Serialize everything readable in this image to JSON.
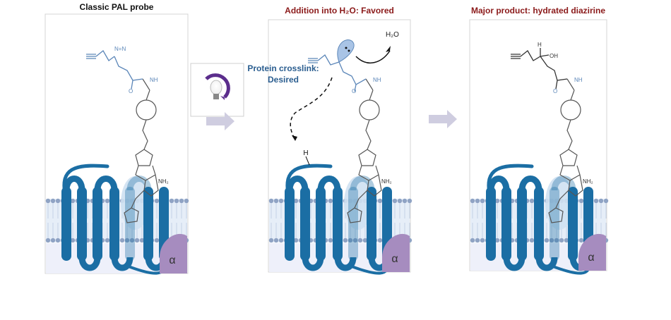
{
  "panels": [
    {
      "title": "Classic PAL probe",
      "title_color": "#111111",
      "diazirine_label": "N=N",
      "nh_label": "NH",
      "o_label": "O",
      "nh2_label": "NH₂",
      "alpha_label": "α"
    },
    {
      "title": "Addition into H₂O: Favored",
      "title_color": "#8b1a1a",
      "nh_label": "NH",
      "o_label": "O",
      "nh2_label": "NH₂",
      "alpha_label": "α",
      "h2o_label": "H₂O",
      "h_label": "H",
      "crosslink_label_line1": "Protein crosslink:",
      "crosslink_label_line2": "Desired"
    },
    {
      "title": "Major product: hydrated diazirine",
      "title_color": "#8b1a1a",
      "nh_label": "NH",
      "o_label": "O",
      "nh2_label": "NH₂",
      "alpha_label": "α",
      "h_label": "H",
      "oh_label": "OH"
    }
  ],
  "icons": {
    "light": "light-bulb-icon",
    "arrow": "process-arrow-icon"
  },
  "colors": {
    "helix": "#1b6ea4",
    "probe_head": "#5b86b8",
    "g_protein": "#a68cbf",
    "crosslink_text": "#2a5d8f",
    "arrow": "#cfcde0"
  }
}
